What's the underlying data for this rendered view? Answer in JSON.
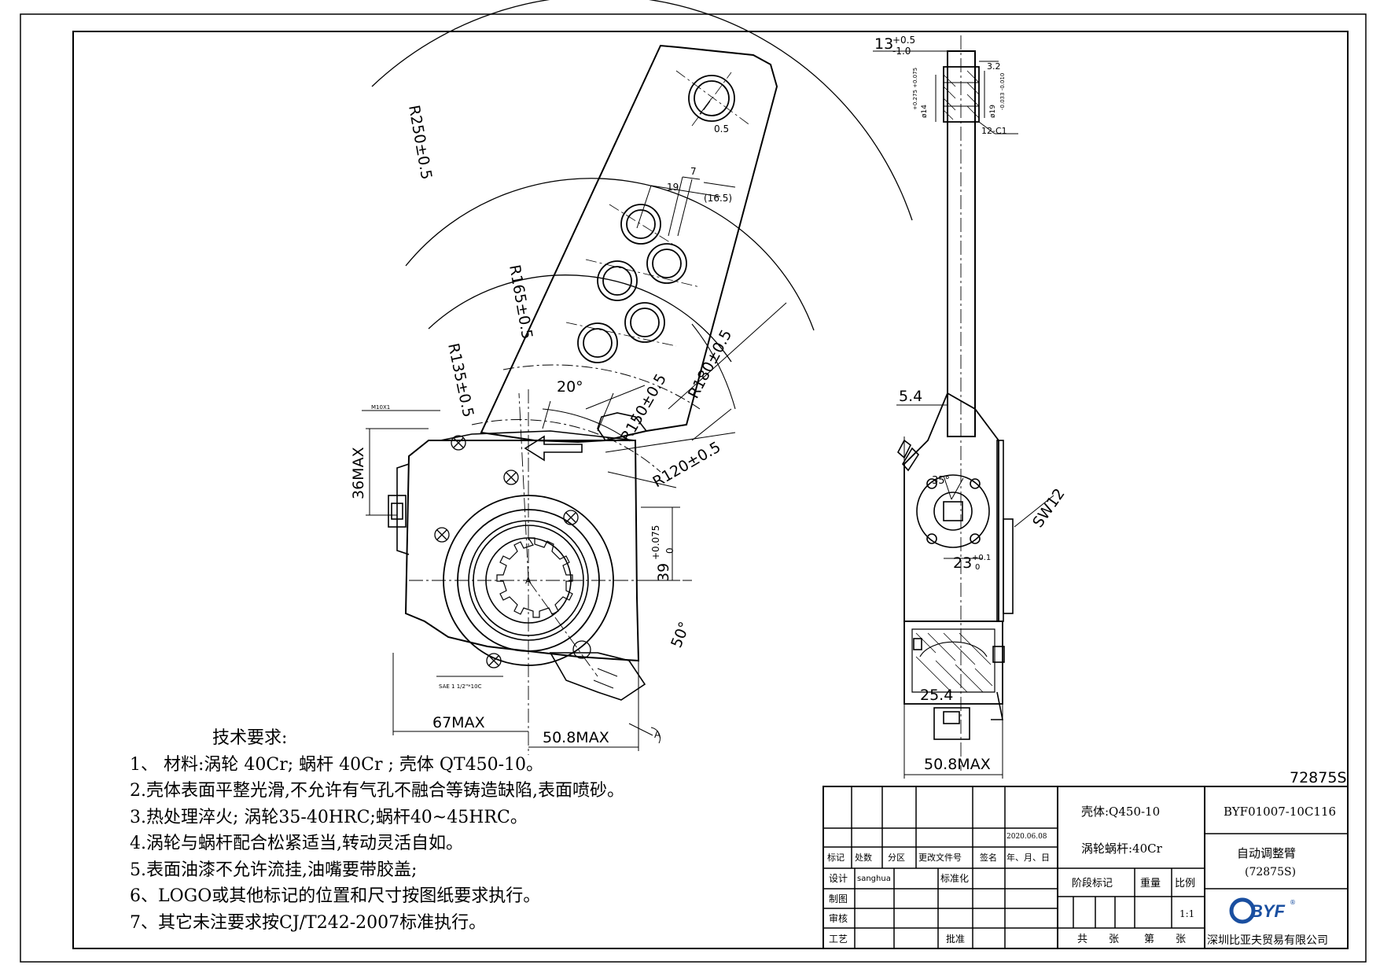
{
  "part_code": "72875S",
  "dims": {
    "r250": "R250±0.5",
    "r165": "R165±0.5",
    "r135": "R135±0.5",
    "r180": "R180±0.5",
    "r150": "R150±0.5",
    "r120": "R120±0.5",
    "angle20": "20°",
    "angle50": "50°",
    "h36": "36MAX",
    "w67": "67MAX",
    "w508": "50.8MAX",
    "h39": "39",
    "h39_tol_up": "+0.075",
    "h39_tol_dn": "0",
    "d19": "19",
    "d7": "7",
    "d165": "(16.5)",
    "d05": "0.5",
    "m10": "M10X1",
    "sae": "SAE 1 1/2\"*10C",
    "pointA": "A",
    "sideA": "A",
    "top13": "13",
    "top13_up": "+0.5",
    "top13_dn": "-1.0",
    "d32": "3.2",
    "phi14": "ø14",
    "phi14_tol": "+0.275 +0.075",
    "phi19": "ø19",
    "phi19_tol": "-0.033 -0.010",
    "c12": "12-C1",
    "d54": "5.4",
    "a35": "35°",
    "sw12": "SW12",
    "d23": "23",
    "d23_up": "+0.1",
    "d23_dn": "0",
    "d254": "25.4",
    "w508b": "50.8MAX"
  },
  "notes": {
    "heading": "技术要求:",
    "lines": [
      "1、 材料:涡轮 40Cr; 蜗杆 40Cr ; 壳体 QT450-10。",
      "2.壳体表面平整光滑,不允许有气孔不融合等铸造缺陷,表面喷砂。",
      "3.热处理淬火; 涡轮35-40HRC;蜗杆40~45HRC。",
      "4.涡轮与蜗杆配合松紧适当,转动灵活自如。",
      "5.表面油漆不允许流挂,油嘴要带胶盖;",
      "6、LOGO或其他标记的位置和尺寸按图纸要求执行。",
      "7、其它未注要求按CJ/T242-2007标准执行。"
    ]
  },
  "title_block": {
    "date": "2020.06.08",
    "col_labels": [
      "标记",
      "处数",
      "分区",
      "更改文件号",
      "签名",
      "年、月、日"
    ],
    "design_label": "设计",
    "designer": "sanghua",
    "standard_label": "标准化",
    "draw_label": "制图",
    "review_label": "审核",
    "process_label": "工艺",
    "approve_label": "批准",
    "material1": "壳体:Q450-10",
    "material2": "涡轮蜗杆:40Cr",
    "stage_label": "阶段标记",
    "weight_label": "重量",
    "scale_label": "比例",
    "scale": "1:1",
    "sheet_total": "共",
    "sheet_unit1": "张",
    "sheet_no": "第",
    "sheet_unit2": "张",
    "drawing_no": "BYF01007-10C116",
    "part_name": "自动调整臂",
    "part_model": "(72875S)",
    "logo_text": "BYF",
    "logo_reg": "®",
    "company": "深圳比亚夫贸易有限公司"
  },
  "colors": {
    "line": "#000000",
    "logo": "#1a4fa0"
  }
}
